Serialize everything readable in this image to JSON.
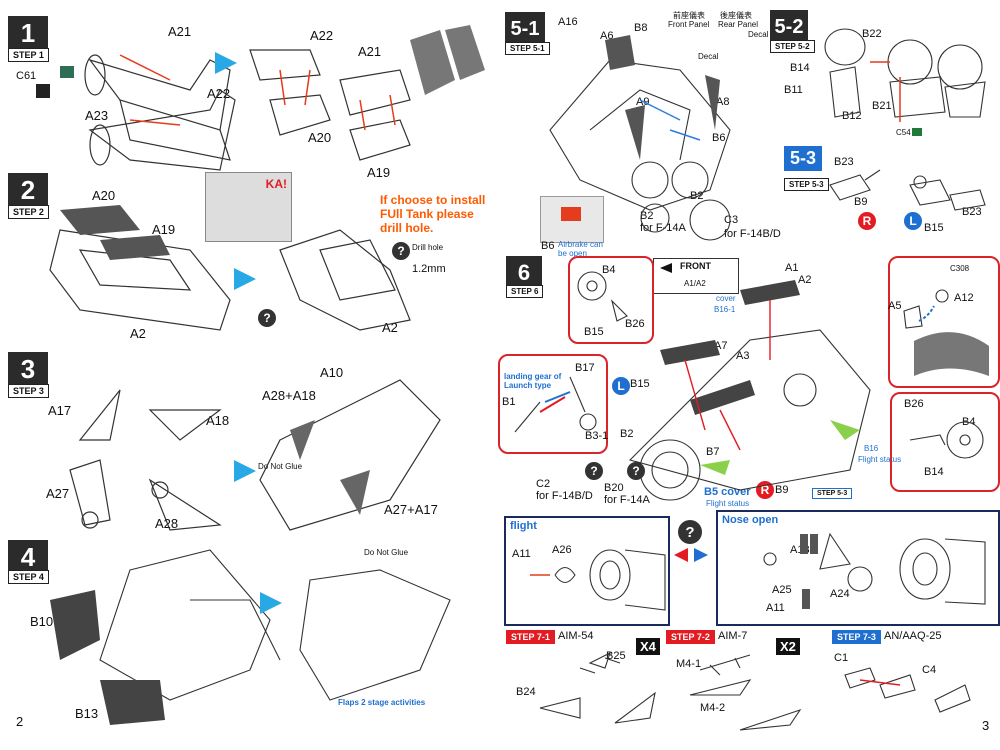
{
  "left_page": {
    "page_number": "2",
    "step1": {
      "num": "1",
      "label": "STEP 1",
      "parts": [
        "A21",
        "A22",
        "A23",
        "A22",
        "A21",
        "A20",
        "A19",
        "C61"
      ]
    },
    "step2": {
      "num": "2",
      "label": "STEP 2",
      "parts": [
        "A20",
        "A19",
        "A2",
        "A2"
      ],
      "warning": "KA!",
      "note": "If  choose to install FUll Tank please drill hole.",
      "drill_label": "Drill hole",
      "drill_size": "1.2mm"
    },
    "step3": {
      "num": "3",
      "label": "STEP 3",
      "parts": [
        "A17",
        "A18",
        "A27",
        "A28",
        "A10",
        "A28+A18",
        "A27+A17"
      ],
      "do_not_glue": "Do Not Glue"
    },
    "step4": {
      "num": "4",
      "label": "STEP 4",
      "parts": [
        "B10",
        "B13"
      ],
      "caption": "Flaps 2 stage activities"
    }
  },
  "right_page": {
    "page_number": "3",
    "step5_1": {
      "num": "5-1",
      "label": "STEP 5-1",
      "parts": [
        "A16",
        "A6",
        "B8",
        "A9",
        "A8",
        "B6",
        "B2",
        "B2"
      ],
      "front_panel_cn": "前座儀表",
      "front_panel": "Front Panel",
      "rear_panel_cn": "後座儀表",
      "rear_panel": "Rear Panel",
      "decal": "Decal",
      "b2_note": "for F-14A",
      "c3": "C3",
      "c3_note": "for F-14B/D",
      "b6_note": "Airbrake can be open"
    },
    "step5_2": {
      "num": "5-2",
      "label": "STEP 5-2",
      "parts": [
        "B22",
        "B14",
        "B11",
        "B12",
        "B21",
        "C54"
      ]
    },
    "step5_3": {
      "num": "5-3",
      "label": "STEP 5-3",
      "parts": [
        "B23",
        "B9",
        "B15",
        "B23"
      ]
    },
    "step6": {
      "num": "6",
      "label": "STEP 6",
      "front": "FRONT",
      "front_sub": "A1/A2",
      "parts": [
        "A1",
        "A2",
        "B4",
        "B15",
        "B26",
        "A7",
        "A3",
        "B17",
        "B15",
        "B1",
        "B3-1",
        "B2",
        "B7",
        "C2",
        "B20",
        "B5",
        "B9",
        "A5",
        "A12",
        "B26",
        "B4",
        "B14"
      ],
      "cover1": "cover",
      "cover1_part": "B16-1",
      "landing_note": "landing gear of Launch type",
      "c2_note": "for F-14B/D",
      "b20_note": "for F-14A",
      "b5_cover": "B5 cover",
      "flight_status": "Flight status",
      "b16": "B16",
      "step_ref": "STEP 5-3",
      "flight": "flight",
      "nose_open": "Nose open",
      "flight_parts": [
        "A11",
        "A26"
      ],
      "nose_parts": [
        "A13",
        "A25",
        "A11",
        "A24"
      ]
    },
    "step7_1": {
      "label": "STEP 7-1",
      "name": "AIM-54",
      "count": "X4",
      "parts": [
        "B25",
        "B24"
      ]
    },
    "step7_2": {
      "label": "STEP 7-2",
      "name": "AIM-7",
      "count": "X2",
      "parts": [
        "M4-1",
        "M4-2"
      ]
    },
    "step7_3": {
      "label": "STEP 7-3",
      "name": "AN/AAQ-25",
      "parts": [
        "C1",
        "C4"
      ]
    }
  }
}
